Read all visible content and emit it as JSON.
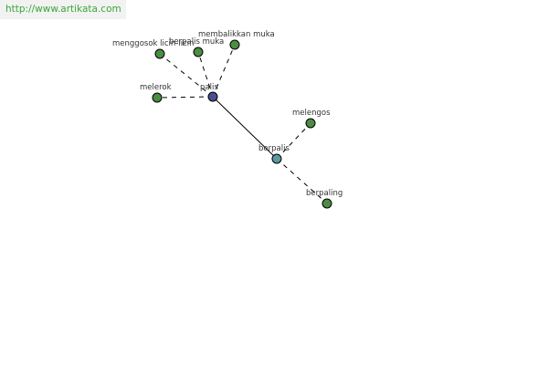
{
  "watermark": "http://www.artikata.com",
  "colors": {
    "root": "#4a4e8e",
    "hub": "#5a9aa0",
    "leaf": "#4c8c44"
  },
  "graph": {
    "nodes": [
      {
        "id": "palis",
        "label": "palis",
        "type": "root"
      },
      {
        "id": "menggosok",
        "label": "menggosok licin-licin",
        "type": "leaf"
      },
      {
        "id": "berpalis-muka",
        "label": "berpalis muka",
        "type": "leaf"
      },
      {
        "id": "membalikkan-muka",
        "label": "membalikkan muka",
        "type": "leaf"
      },
      {
        "id": "melerok",
        "label": "melerok",
        "type": "leaf"
      },
      {
        "id": "berpalis",
        "label": "berpalis",
        "type": "hub"
      },
      {
        "id": "melengos",
        "label": "melengos",
        "type": "leaf"
      },
      {
        "id": "berpaling",
        "label": "berpaling",
        "type": "leaf"
      }
    ],
    "edges": [
      {
        "from": "palis",
        "to": "menggosok",
        "style": "dashed"
      },
      {
        "from": "palis",
        "to": "berpalis-muka",
        "style": "dashed"
      },
      {
        "from": "palis",
        "to": "membalikkan-muka",
        "style": "dashed"
      },
      {
        "from": "palis",
        "to": "melerok",
        "style": "dashed"
      },
      {
        "from": "palis",
        "to": "berpalis",
        "style": "solid"
      },
      {
        "from": "berpalis",
        "to": "melengos",
        "style": "dashed"
      },
      {
        "from": "berpalis",
        "to": "berpaling",
        "style": "dashed"
      }
    ]
  }
}
